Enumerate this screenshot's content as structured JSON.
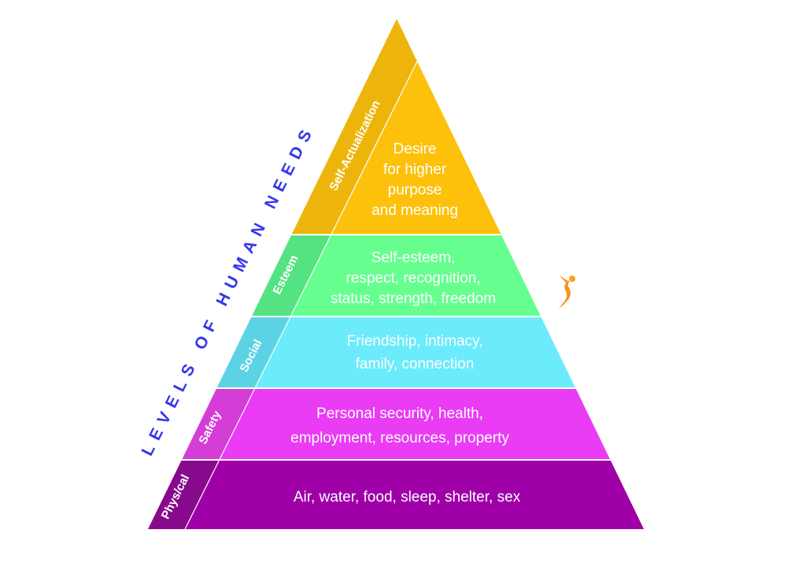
{
  "side_title": "LEVELS OF HUMAN NEEDS",
  "colors": {
    "title": "#3535EE",
    "separator": "#FFFFFF",
    "logo": "#F7941D"
  },
  "levels": [
    {
      "name": "Self-Actualization",
      "lines": [
        "Desire",
        "for higher",
        "purpose",
        "and meaning"
      ],
      "strip_color": "#EDB50C",
      "main_color": "#FDC10B"
    },
    {
      "name": "Esteem",
      "lines": [
        "Self-esteem,",
        "respect, recognition,",
        "status, strength, freedom"
      ],
      "strip_color": "#55E283",
      "main_color": "#66FF8F"
    },
    {
      "name": "Social",
      "lines": [
        "Friendship, intimacy,",
        "family, connection"
      ],
      "strip_color": "#5CD3E4",
      "main_color": "#6BEBFC"
    },
    {
      "name": "Safety",
      "lines": [
        "Personal security, health,",
        "employment, resources, property"
      ],
      "strip_color": "#D43DD6",
      "main_color": "#E93CF4"
    },
    {
      "name": "Phys/cal",
      "lines": [
        "Air, water, food, sleep, shelter, sex"
      ],
      "strip_color": "#880A8C",
      "main_color": "#9F00A8"
    }
  ]
}
